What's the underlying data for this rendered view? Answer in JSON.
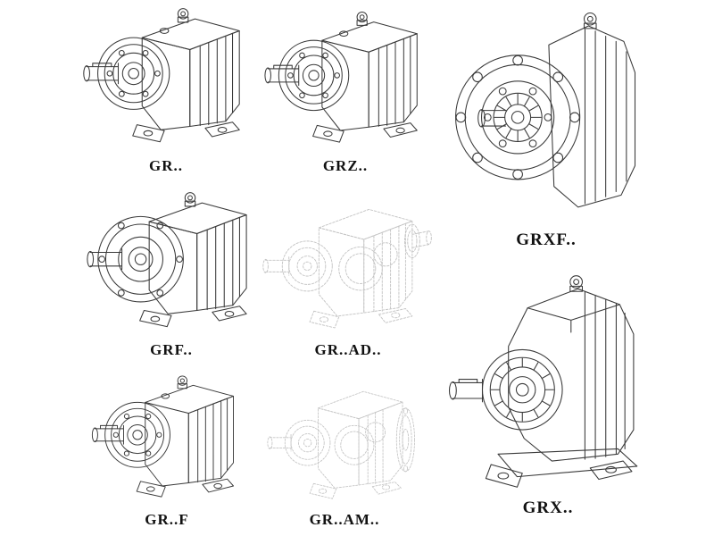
{
  "page": {
    "background": "#ffffff",
    "colors": {
      "ink": "#3a3a3a",
      "ghost": "#c4c4c4"
    }
  },
  "figures": [
    {
      "label": "GR.."
    },
    {
      "label": "GRZ.."
    },
    {
      "label": "GRXF.."
    },
    {
      "label": "GRF.."
    },
    {
      "label": "GR..AD.."
    },
    {
      "label": "GR..F"
    },
    {
      "label": "GR..AM.."
    },
    {
      "label": "GRX.."
    }
  ]
}
